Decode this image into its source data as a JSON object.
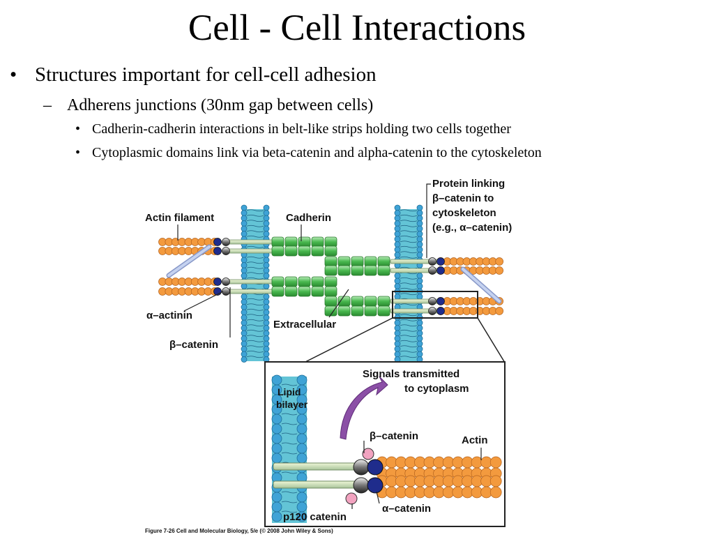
{
  "slide": {
    "title": "Cell - Cell Interactions",
    "bullets": {
      "l1_marker": "•",
      "l1_text": "Structures important for cell-cell adhesion",
      "l2_marker": "–",
      "l2_text": "Adherens junctions (30nm gap between cells)",
      "l3": [
        {
          "marker": "•",
          "text": "Cadherin-cadherin interactions in belt-like strips holding two cells together"
        },
        {
          "marker": "•",
          "text": "Cytoplasmic domains link via beta-catenin and alpha-catenin to the cytoskeleton"
        }
      ]
    }
  },
  "figure": {
    "labels": {
      "actin_filament": "Actin filament",
      "cadherin": "Cadherin",
      "protein_linking": [
        "Protein linking",
        "β–catenin to",
        "cytoskeleton",
        "(e.g., α–catenin)"
      ],
      "alpha_actinin": "α–actinin",
      "beta_catenin_left": "β–catenin",
      "extracellular": "Extracellular",
      "signals": [
        "Signals transmitted",
        "to cytoplasm"
      ],
      "lipid_bilayer": [
        "Lipid",
        "bilayer"
      ],
      "beta_catenin_inset": "β–catenin",
      "actin": "Actin",
      "alpha_catenin": "α–catenin",
      "p120": "p120 catenin",
      "caption": "Figure 7-26  Cell and Molecular Biology, 5/e (© 2008 John Wiley & Sons)"
    },
    "colors": {
      "lipid_head": "#3fa3d6",
      "membrane_fill": "#63c4d6",
      "cadherin": "#3fb54a",
      "actin": "#f39a3e",
      "beta_catenin_ball": "#1f2c8c",
      "alpha_catenin_ball": "#555555",
      "p120_ball": "#f2a3c0",
      "alpha_actinin": "#a5b7e0",
      "arrow": "#8b4fa6"
    }
  }
}
